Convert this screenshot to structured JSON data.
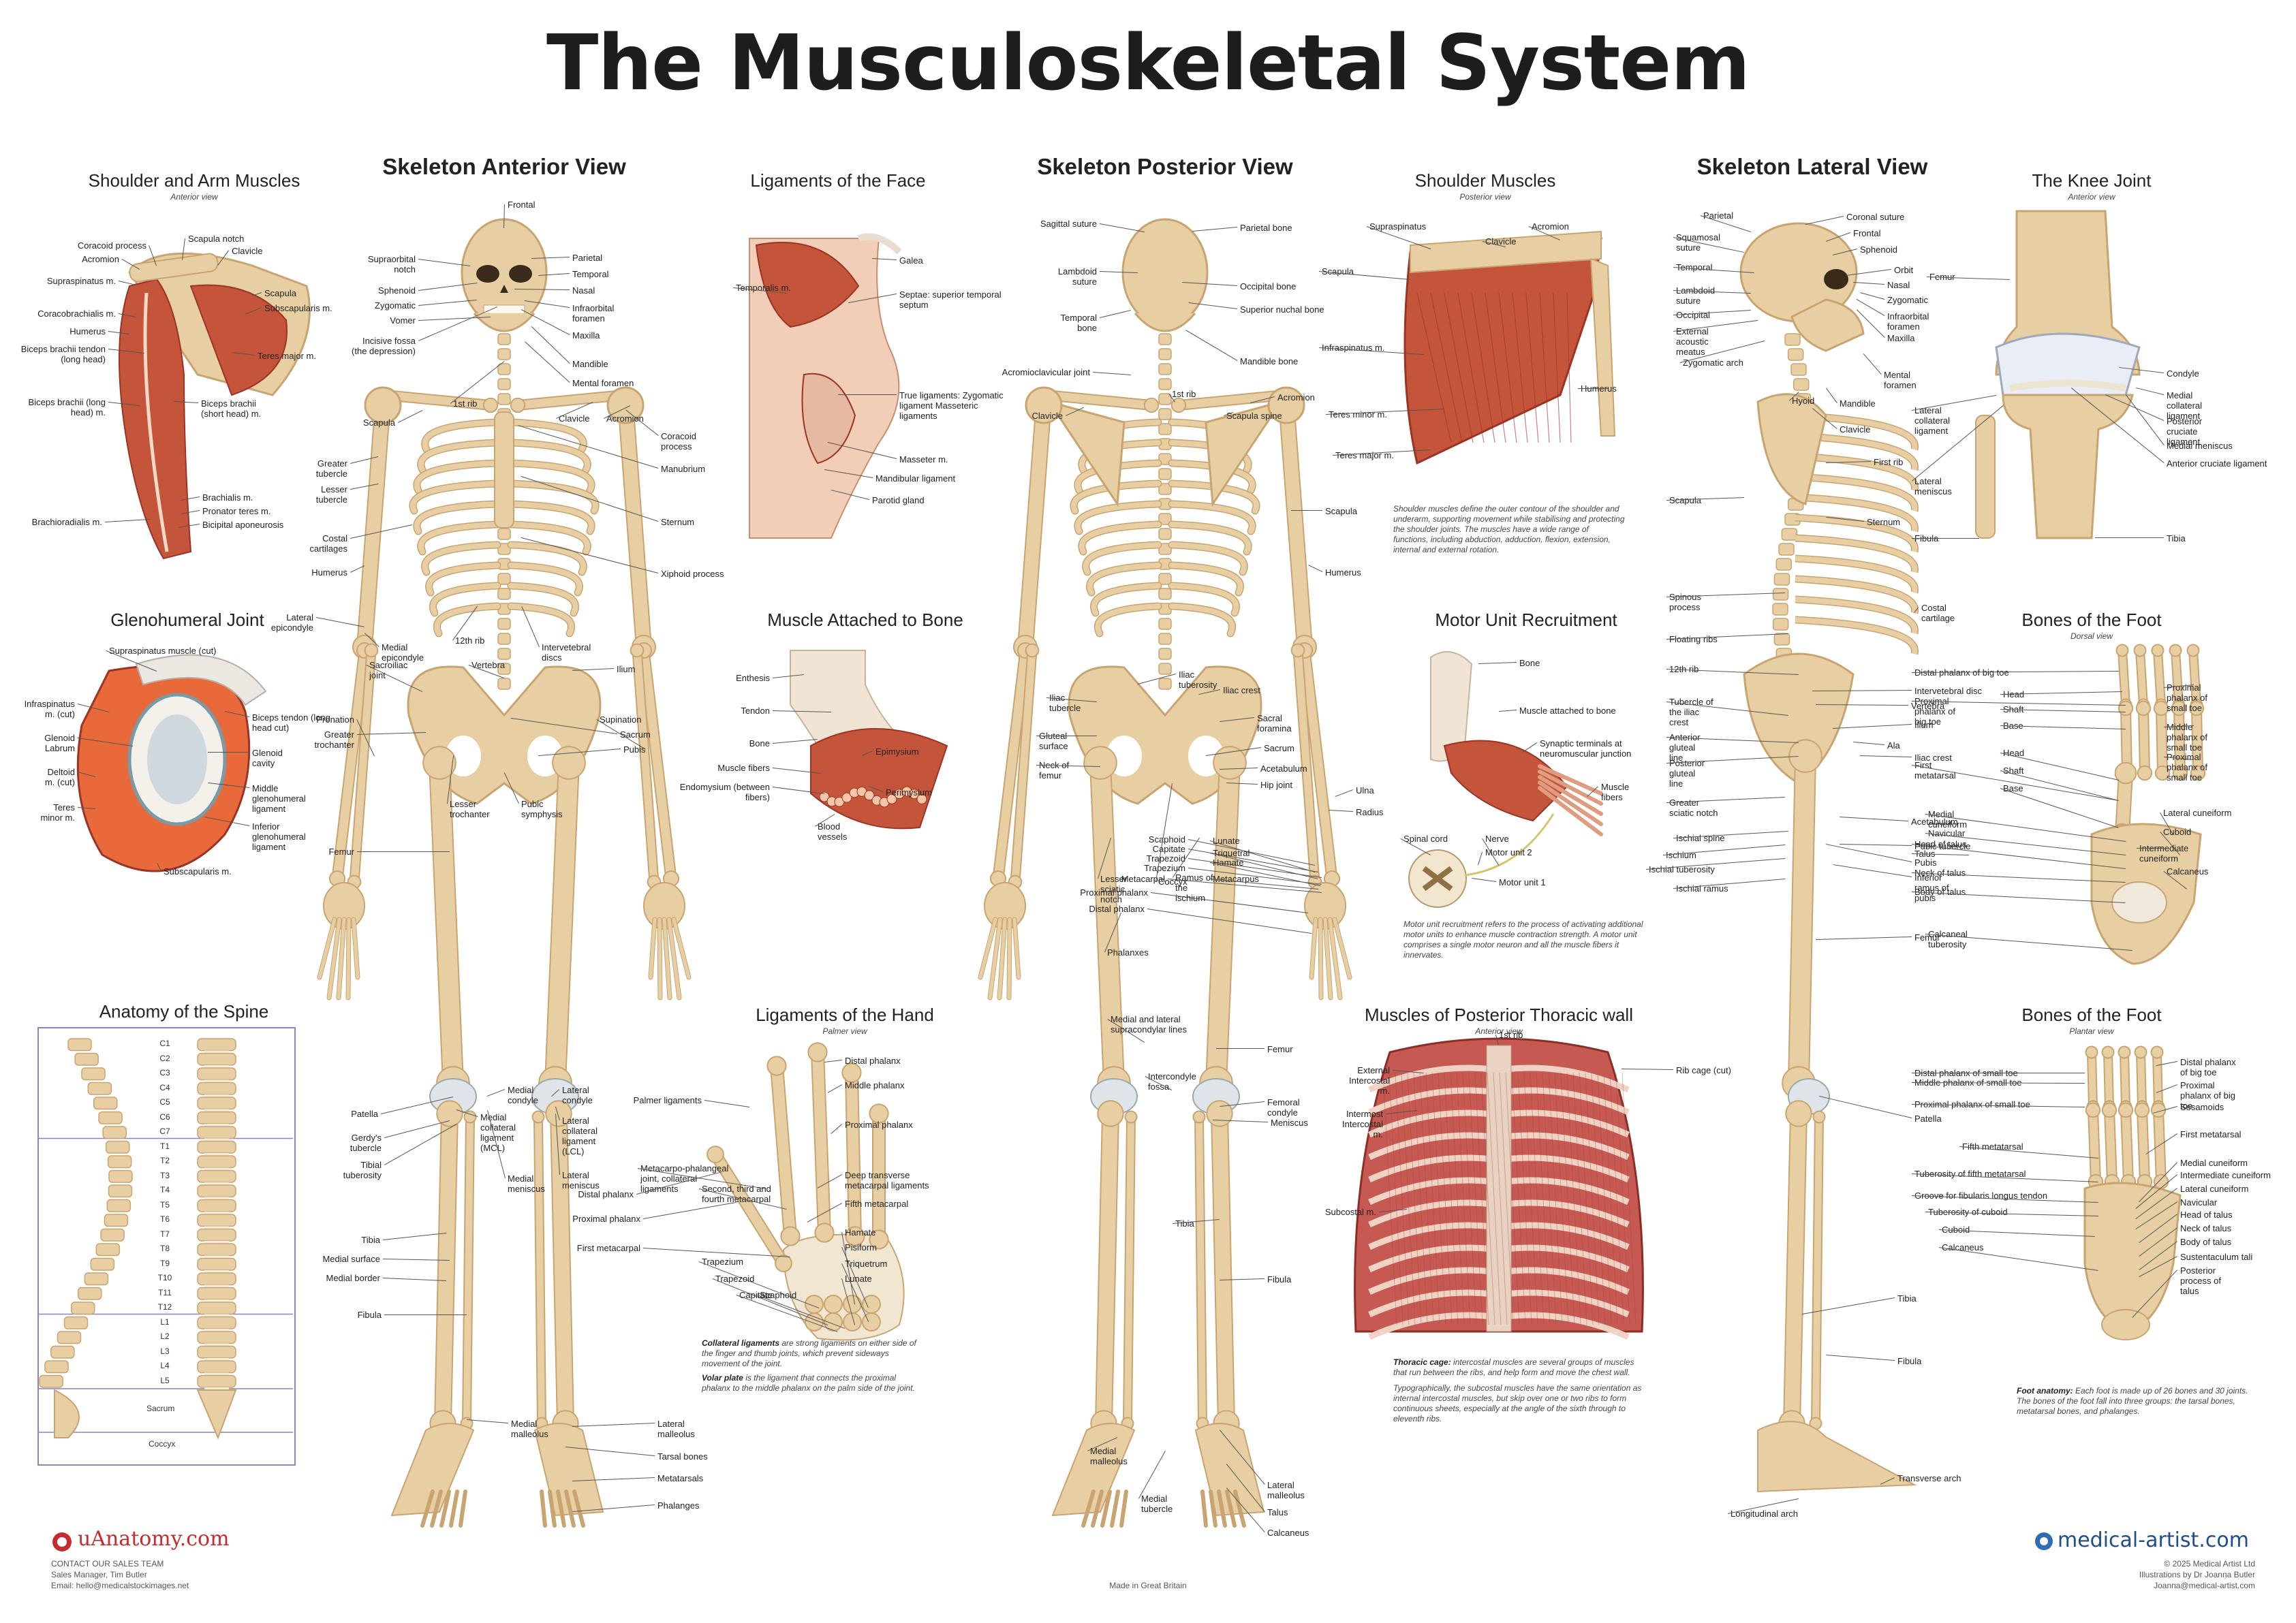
{
  "title": "The Musculoskeletal System",
  "colors": {
    "bone": "#e8cfa3",
    "bone_dark": "#c9a470",
    "muscle": "#c4553a",
    "muscle_dark": "#9c3324",
    "cartilage": "#dfe4ea",
    "ligament": "#f1e6d2",
    "spine_box": "#8a84c0"
  },
  "panels": {
    "shoulder_arm": {
      "title": "Shoulder and Arm Muscles",
      "subtitle": "Anterior view",
      "labels": [
        "Coracoid process",
        "Scapula notch",
        "Acromion",
        "Clavicle",
        "Supraspinatus m.",
        "Scapula",
        "Subscapularis m.",
        "Coracobrachialis m.",
        "Humerus",
        "Biceps brachii tendon (long head)",
        "Teres major m.",
        "Biceps brachii (long head) m.",
        "Biceps brachii (short head) m.",
        "Brachialis m.",
        "Pronator teres m.",
        "Brachioradialis m.",
        "Bicipital aponeurosis"
      ]
    },
    "glenohumeral": {
      "title": "Glenohumeral Joint",
      "labels": [
        "Supraspinatus muscle (cut)",
        "Infraspinatus m. (cut)",
        "Biceps tendon (long head cut)",
        "Glenoid Labrum",
        "Glenoid cavity",
        "Deltoid m. (cut)",
        "Middle glenohumeral ligament",
        "Teres minor m.",
        "Inferior glenohumeral ligament",
        "Subscapularis m."
      ]
    },
    "spine": {
      "title": "Anatomy of the Spine",
      "vertebrae": [
        "C1",
        "C2",
        "C3",
        "C4",
        "C5",
        "C6",
        "C7",
        "T1",
        "T2",
        "T3",
        "T4",
        "T5",
        "T6",
        "T7",
        "T8",
        "T9",
        "T10",
        "T11",
        "T12",
        "L1",
        "L2",
        "L3",
        "L4",
        "L5"
      ],
      "sacrum": "Sacrum",
      "coccyx": "Coccyx"
    },
    "anterior": {
      "title": "Skeleton Anterior View",
      "labels": [
        "Frontal",
        "Supraorbital notch",
        "Parietal",
        "Temporal",
        "Sphenoid",
        "Nasal",
        "Zygomatic",
        "Infraorbital foramen",
        "Vomer",
        "Maxilla",
        "Incisive fossa (the depression)",
        "Mandible",
        "Mental foramen",
        "1st rib",
        "Scapula",
        "Clavicle",
        "Acromion",
        "Coracoid process",
        "Greater tubercle",
        "Manubrium",
        "Lesser tubercle",
        "Sternum",
        "Costal cartilages",
        "Humerus",
        "Xiphoid process",
        "Lateral epicondyle",
        "12th rib",
        "Medial epicondyle",
        "Intervetebral discs",
        "Sacroiliac joint",
        "Vertebra",
        "Ilium",
        "Pronation",
        "Supination",
        "Greater trochanter",
        "Sacrum",
        "Pubis",
        "Lesser trochanter",
        "Pubic symphysis",
        "Femur",
        "Patella",
        "Medial condyle",
        "Lateral condyle",
        "Gerdy's tubercle",
        "Medial collateral ligament (MCL)",
        "Lateral collateral ligament (LCL)",
        "Tibial tuberosity",
        "Medial meniscus",
        "Lateral meniscus",
        "Tibia",
        "Medial surface",
        "Medial border",
        "Fibula",
        "Medial malleolus",
        "Lateral malleolus",
        "Tarsal bones",
        "Metatarsals",
        "Phalanges"
      ]
    },
    "face": {
      "title": "Ligaments of the Face",
      "labels": [
        "Galea",
        "Temporalis m.",
        "Septae: superior temporal septum",
        "True ligaments: Zygomatic ligament Masseteric ligaments",
        "Masseter m.",
        "Mandibular ligament",
        "Parotid gland"
      ]
    },
    "muscle_bone": {
      "title": "Muscle Attached to Bone",
      "labels": [
        "Enthesis",
        "Tendon",
        "Epimysium",
        "Bone",
        "Muscle fibers",
        "Perimysium",
        "Endomysium (between fibers)",
        "Blood vessels"
      ]
    },
    "hand": {
      "title": "Ligaments of the Hand",
      "subtitle": "Palmer view",
      "labels": [
        "Distal phalanx",
        "Middle phalanx",
        "Palmer ligaments",
        "Proximal phalanx",
        "Metacarpo-phalangeal joint, collateral ligaments",
        "Deep transverse metacarpal ligaments",
        "Distal phalanx",
        "Second, third and fourth metacarpal",
        "Fifth metacarpal",
        "Proximal phalanx",
        "Hamate",
        "First metacarpal",
        "Pisiform",
        "Trapezium",
        "Triquetrum",
        "Trapezoid",
        "Lunate",
        "Capitate",
        "Scaphoid"
      ],
      "note_bold_1": "Collateral ligaments",
      "note_1": " are strong ligaments on either side of the finger and thumb joints, which prevent sideways movement of the joint.",
      "note_bold_2": "Volar plate",
      "note_2": " is the ligament that connects the proximal phalanx to the middle phalanx on the palm side of the joint."
    },
    "posterior": {
      "title": "Skeleton Posterior View",
      "labels": [
        "Sagittal suture",
        "Parietal bone",
        "Lambdoid suture",
        "Occipital bone",
        "Temporal bone",
        "Superior nuchal bone",
        "Mandible bone",
        "Acromioclavicular joint",
        "1st rib",
        "Acromion",
        "Clavicle",
        "Scapula spine",
        "Scapula",
        "Humerus",
        "Iliac tuberosity",
        "Iliac crest",
        "Iliac tubercle",
        "Sacral foramina",
        "Gluteal surface",
        "Sacrum",
        "Neck of femur",
        "Acetabulum",
        "Hip joint",
        "Scaphoid",
        "Capitate",
        "Trapezoid",
        "Lunate",
        "Trapezium",
        "Triquetral",
        "Hamate",
        "Metacarpal",
        "Metacarpus",
        "Proximal phalanx",
        "Distal phalanx",
        "Lesser sciatic notch",
        "Coccyx",
        "Ramus of the ischium",
        "Ulna",
        "Radius",
        "Phalanxes",
        "Medial and lateral supracondylar lines",
        "Femur",
        "Intercondyle fossa",
        "Femoral condyle",
        "Meniscus",
        "Tibia",
        "Fibula",
        "Medial malleolus",
        "Lateral malleolus",
        "Medial tubercle",
        "Talus",
        "Calcaneus"
      ]
    },
    "shoulder_muscles": {
      "title": "Shoulder Muscles",
      "subtitle": "Posterior view",
      "labels": [
        "Supraspinatus",
        "Acromion",
        "Clavicle",
        "Scapula",
        "Infraspinatus m.",
        "Humerus",
        "Teres minor m.",
        "Teres major m."
      ],
      "note": "Shoulder muscles define the outer contour of the shoulder and underarm, supporting movement while stabilising and protecting the shoulder joints. The muscles have a wide range of functions, including abduction, adduction, flexion, extension, internal and external rotation."
    },
    "motor_unit": {
      "title": "Motor Unit Recruitment",
      "labels": [
        "Bone",
        "Muscle attached to bone",
        "Synaptic terminals at neuromuscular junction",
        "Muscle fibers",
        "Spinal cord",
        "Nerve",
        "Motor unit 2",
        "Motor unit 1"
      ],
      "note": "Motor unit recruitment refers to the process of activating additional motor units to enhance muscle contraction strength. A motor unit comprises a single motor neuron and all the muscle fibers it innervates."
    },
    "thoracic": {
      "title": "Muscles of Posterior Thoracic wall",
      "subtitle": "Anterior view",
      "labels": [
        "1st rib",
        "External Intercostal m.",
        "Rib cage (cut)",
        "Intermost Intercostal m.",
        "Subcostal m."
      ],
      "note_bold": "Thoracic cage:",
      "note_1": " intercostal muscles are several groups of muscles that run between the ribs, and help form and move the chest wall.",
      "note_2": "Typographically, the subcostal muscles have the same orientation as internal intercostal muscles, but skip over one or two ribs to form continuous sheets, especially at the angle of the sixth through to eleventh ribs."
    },
    "lateral": {
      "title": "Skeleton Lateral View",
      "labels": [
        "Parietal",
        "Coronal suture",
        "Squamosal suture",
        "Frontal",
        "Sphenoid",
        "Temporal",
        "Orbit",
        "Lambdoid suture",
        "Nasal",
        "Zygomatic",
        "Occipital",
        "Infraorbital foramen",
        "External acoustic meatus",
        "Maxilla",
        "Zygomatic arch",
        "Mental foramen",
        "Hyoid",
        "Mandible",
        "Clavicle",
        "First rib",
        "Scapula",
        "Sternum",
        "Spinous process",
        "Costal cartilage",
        "Floating ribs",
        "12th rib",
        "Intervetebral disc",
        "Tubercle of the iliac crest",
        "Vertebra",
        "Ilium",
        "Ala",
        "Anterior gluteal line",
        "Posterior gluteal line",
        "Iliac crest",
        "Greater sciatic notch",
        "Acetabulum",
        "Ischial spine",
        "Pubic tubercle",
        "Ischium",
        "Pubis",
        "Ischial tuberosity",
        "Inferior ramus of pubis",
        "Ischial ramus",
        "Femur",
        "Patella",
        "Tibia",
        "Fibula",
        "Transverse arch",
        "Longitudinal arch"
      ]
    },
    "knee": {
      "title": "The Knee Joint",
      "subtitle": "Anterior view",
      "labels": [
        "Femur",
        "Condyle",
        "Medial collateral ligament",
        "Lateral collateral ligament",
        "Posterior cruciate ligament",
        "Medial meniscus",
        "Lateral meniscus",
        "Anterior cruciate ligament",
        "Fibula",
        "Tibia"
      ]
    },
    "foot_dorsal": {
      "title": "Bones of the Foot",
      "subtitle": "Dorsal view",
      "labels": [
        "Distal phalanx of big toe",
        "Proximal phalanx of small toe",
        "Head",
        "Proximal phalanx of big toe",
        "Shaft",
        "Middle phalanx of small toe",
        "Base",
        "Proximal phalanx of small toe",
        "Head",
        "First metatarsal",
        "Shaft",
        "Base",
        "Medial cuneiform",
        "Lateral cuneiform",
        "Navicular",
        "Cuboid",
        "Intermediate cuneiform",
        "Head of talus",
        "Talus",
        "Neck of talus",
        "Calcaneus",
        "Body of talus",
        "Calcaneal tuberosity"
      ]
    },
    "foot_plantar": {
      "title": "Bones of the Foot",
      "subtitle": "Plantar view",
      "labels": [
        "Distal phalanx of small toe",
        "Distal phalanx of big toe",
        "Middle phalanx of small toe",
        "Proximal phalanx of big toe",
        "Proximal phalanx of small toe",
        "Sesamoids",
        "First metatarsal",
        "Fifth metatarsal",
        "Medial cuneiform",
        "Tuberosity of fifth metatarsal",
        "Intermediate cuneiform",
        "Lateral cuneiform",
        "Groove for fibularis longus tendon",
        "Navicular",
        "Tuberosity of cuboid",
        "Head of talus",
        "Cuboid",
        "Neck of talus",
        "Body of talus",
        "Calcaneus",
        "Sustentaculum tali",
        "Posterior process of talus"
      ],
      "note_bold": "Foot anatomy:",
      "note": " Each foot is made up of 26 bones and 30 joints. The bones of the foot fall into three groups: the tarsal bones, metatarsal bones, and phalanges."
    }
  },
  "footer": {
    "brand_left": "uAnatomy.com",
    "contact": [
      "CONTACT OUR SALES TEAM",
      "Sales Manager, Tim Butler",
      "Email: hello@medicalstockimages.net"
    ],
    "center": "Made in Great Britain",
    "brand_right": "medical-artist.com",
    "credits": [
      "© 2025 Medical Artist Ltd",
      "Illustrations by Dr Joanna Butler",
      "Joanna@medical-artist.com"
    ]
  }
}
